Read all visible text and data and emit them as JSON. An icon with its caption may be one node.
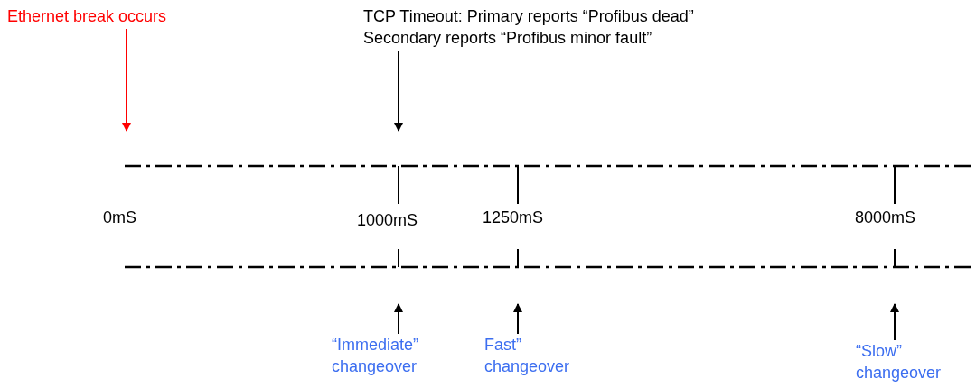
{
  "diagram": {
    "nodes": [
      {
        "text": [
          "Ethernet break occurs"
        ]
      },
      {
        "text": [
          "TCP Timeout: Primary reports “Profibus dead” Secondary reports “Profibus minor fault”"
        ]
      },
      {
        "text": [
          "“Immediate” changeover"
        ]
      },
      {
        "text": [
          "Fast” changeover"
        ]
      },
      {
        "text": [
          "“Slow” changeover"
        ]
      }
    ],
    "edges": [
      {
        "from": 0,
        "to": null,
        "arrow": "to",
        "color": "#ff0000"
      },
      {
        "from": 1,
        "to": null,
        "arrow": "to"
      },
      {
        "from": 2,
        "to": null,
        "arrow": "to"
      },
      {
        "from": 3,
        "to": null,
        "arrow": "to"
      },
      {
        "from": 4,
        "to": null,
        "arrow": "to"
      }
    ],
    "labels": [
      "0mS",
      "1000mS",
      "1250mS",
      "8000mS"
    ]
  }
}
